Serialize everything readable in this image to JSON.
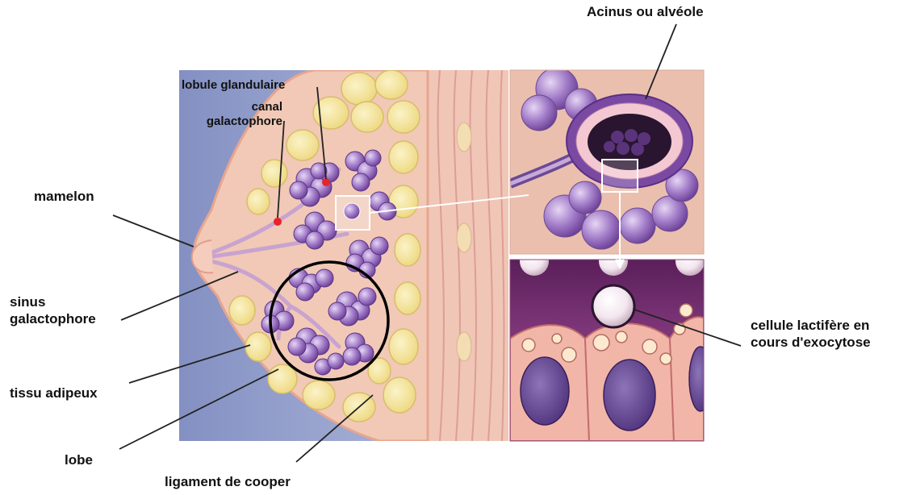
{
  "labels": {
    "acinus": "Acinus ou alvéole",
    "lobule": "lobule glandulaire",
    "canal": "canal\ngalactophore",
    "mamelon": "mamelon",
    "sinus": "sinus\ngalactophore",
    "tissu": "tissu adipeux",
    "lobe": "lobe",
    "ligament": "ligament de cooper",
    "cellule": "cellule lactifère en\ncours d'exocytose"
  },
  "colors": {
    "background_blue": "#8f9cc8",
    "breast_skin": "#f1c7b4",
    "fat": "#f6e79e",
    "lobule_purple": "#9a70bf",
    "panel_pink": "#ecbfae",
    "cell_panel_purple": "#6e2d6c",
    "marker_red": "#e8232a"
  }
}
